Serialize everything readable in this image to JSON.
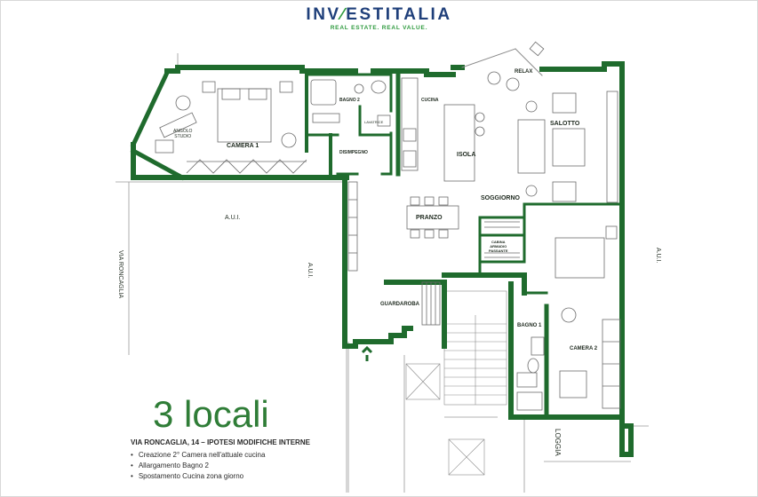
{
  "brand": {
    "name_prefix": "INV",
    "name_mark": "∕",
    "name_suffix": "ESTITALIA",
    "tagline": "REAL ESTATE. REAL VALUE."
  },
  "rooms": {
    "angolo_studio": "ANGOLO\nSTUDIO",
    "camera1": "CAMERA 1",
    "bagno2": "BAGNO 2",
    "lavatrice": "LAVATRICE",
    "disimpegno": "DISIMPEGNO",
    "cucina": "CUCINA",
    "isola": "ISOLA",
    "relax": "RELAX",
    "salotto": "SALOTTO",
    "soggiorno": "SOGGIORNO",
    "pranzo": "PRANZO",
    "cabina": "CABINA\nARMADIO\nPASSANTE",
    "guardaroba": "GUARDAROBA",
    "bagno1": "BAGNO 1",
    "camera2": "CAMERA 2",
    "loggia": "LOGGIA"
  },
  "outside": {
    "aui_left": "A.U.I.",
    "aui_center": "A.U.I.",
    "aui_right": "A.U.I.",
    "street": "VIA RONCAGLIA"
  },
  "headline": "3 locali",
  "subtitle": "VIA RONCAGLIA, 14 – IPOTESI MODIFICHE INTERNE",
  "notes": [
    "Creazione 2° Camera nell'attuale cucina",
    "Allargamento Bagno 2",
    "Spostamento Cucina zona giorno"
  ],
  "colors": {
    "wall": "#1f6b2d",
    "furniture": "#6b6b6b",
    "headline": "#2f7d37",
    "brand_blue": "#1f3f7a",
    "brand_green": "#2e9a3e"
  }
}
